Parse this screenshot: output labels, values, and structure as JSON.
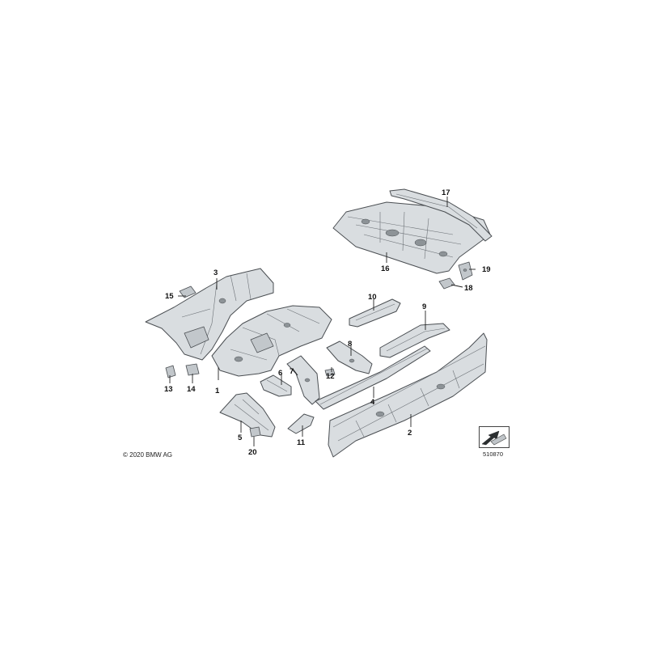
{
  "copyright": "© 2020 BMW AG",
  "reference_code": "510870",
  "callouts": [
    "1",
    "2",
    "3",
    "4",
    "5",
    "6",
    "7",
    "8",
    "9",
    "10",
    "11",
    "12",
    "13",
    "14",
    "15",
    "16",
    "17",
    "18",
    "19",
    "20"
  ],
  "navigation_icon": "arrow-icon"
}
